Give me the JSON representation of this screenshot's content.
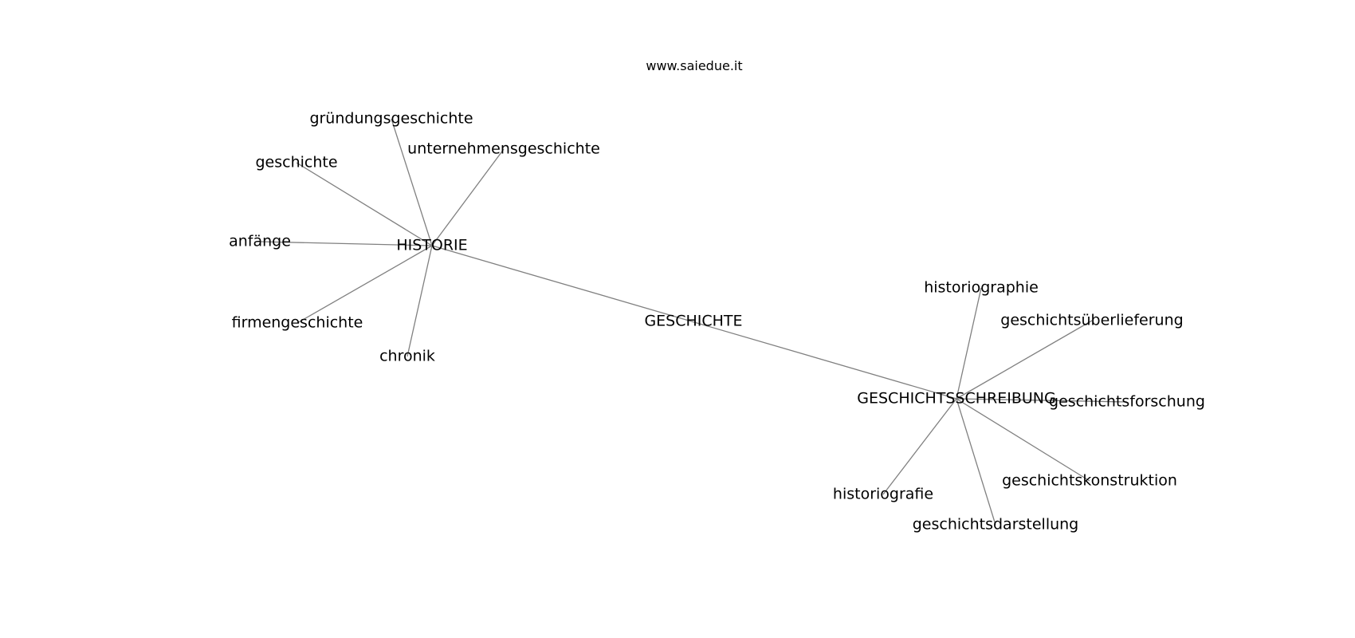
{
  "watermark": "www.saiedue.it",
  "colors": {
    "edge": "#808080",
    "text": "#000000",
    "background": "#ffffff"
  },
  "nodes": [
    {
      "id": "geschichte_center",
      "label": "GESCHICHTE"
    },
    {
      "id": "historie",
      "label": "HISTORIE"
    },
    {
      "id": "geschichtsschreibung",
      "label": "GESCHICHTSSCHREIBUNG"
    },
    {
      "id": "gruendungsgeschichte",
      "label": "gründungsgeschichte"
    },
    {
      "id": "unternehmensgeschichte",
      "label": "unternehmensgeschichte"
    },
    {
      "id": "geschichte",
      "label": "geschichte"
    },
    {
      "id": "anfaenge",
      "label": "anfänge"
    },
    {
      "id": "firmengeschichte",
      "label": "firmengeschichte"
    },
    {
      "id": "chronik",
      "label": "chronik"
    },
    {
      "id": "historiographie",
      "label": "historiographie"
    },
    {
      "id": "geschichtsueberlieferung",
      "label": "geschichtsüberlieferung"
    },
    {
      "id": "geschichtsforschung",
      "label": "geschichtsforschung"
    },
    {
      "id": "geschichtskonstruktion",
      "label": "geschichtskonstruktion"
    },
    {
      "id": "historiografie",
      "label": "historiografie"
    },
    {
      "id": "geschichtsdarstellung",
      "label": "geschichtsdarstellung"
    }
  ],
  "edges": [
    [
      "historie",
      "geschichtsschreibung"
    ],
    [
      "historie",
      "gruendungsgeschichte"
    ],
    [
      "historie",
      "unternehmensgeschichte"
    ],
    [
      "historie",
      "geschichte"
    ],
    [
      "historie",
      "anfaenge"
    ],
    [
      "historie",
      "firmengeschichte"
    ],
    [
      "historie",
      "chronik"
    ],
    [
      "geschichtsschreibung",
      "historiographie"
    ],
    [
      "geschichtsschreibung",
      "geschichtsueberlieferung"
    ],
    [
      "geschichtsschreibung",
      "geschichtsforschung"
    ],
    [
      "geschichtsschreibung",
      "geschichtskonstruktion"
    ],
    [
      "geschichtsschreibung",
      "historiografie"
    ],
    [
      "geschichtsschreibung",
      "geschichtsdarstellung"
    ]
  ]
}
